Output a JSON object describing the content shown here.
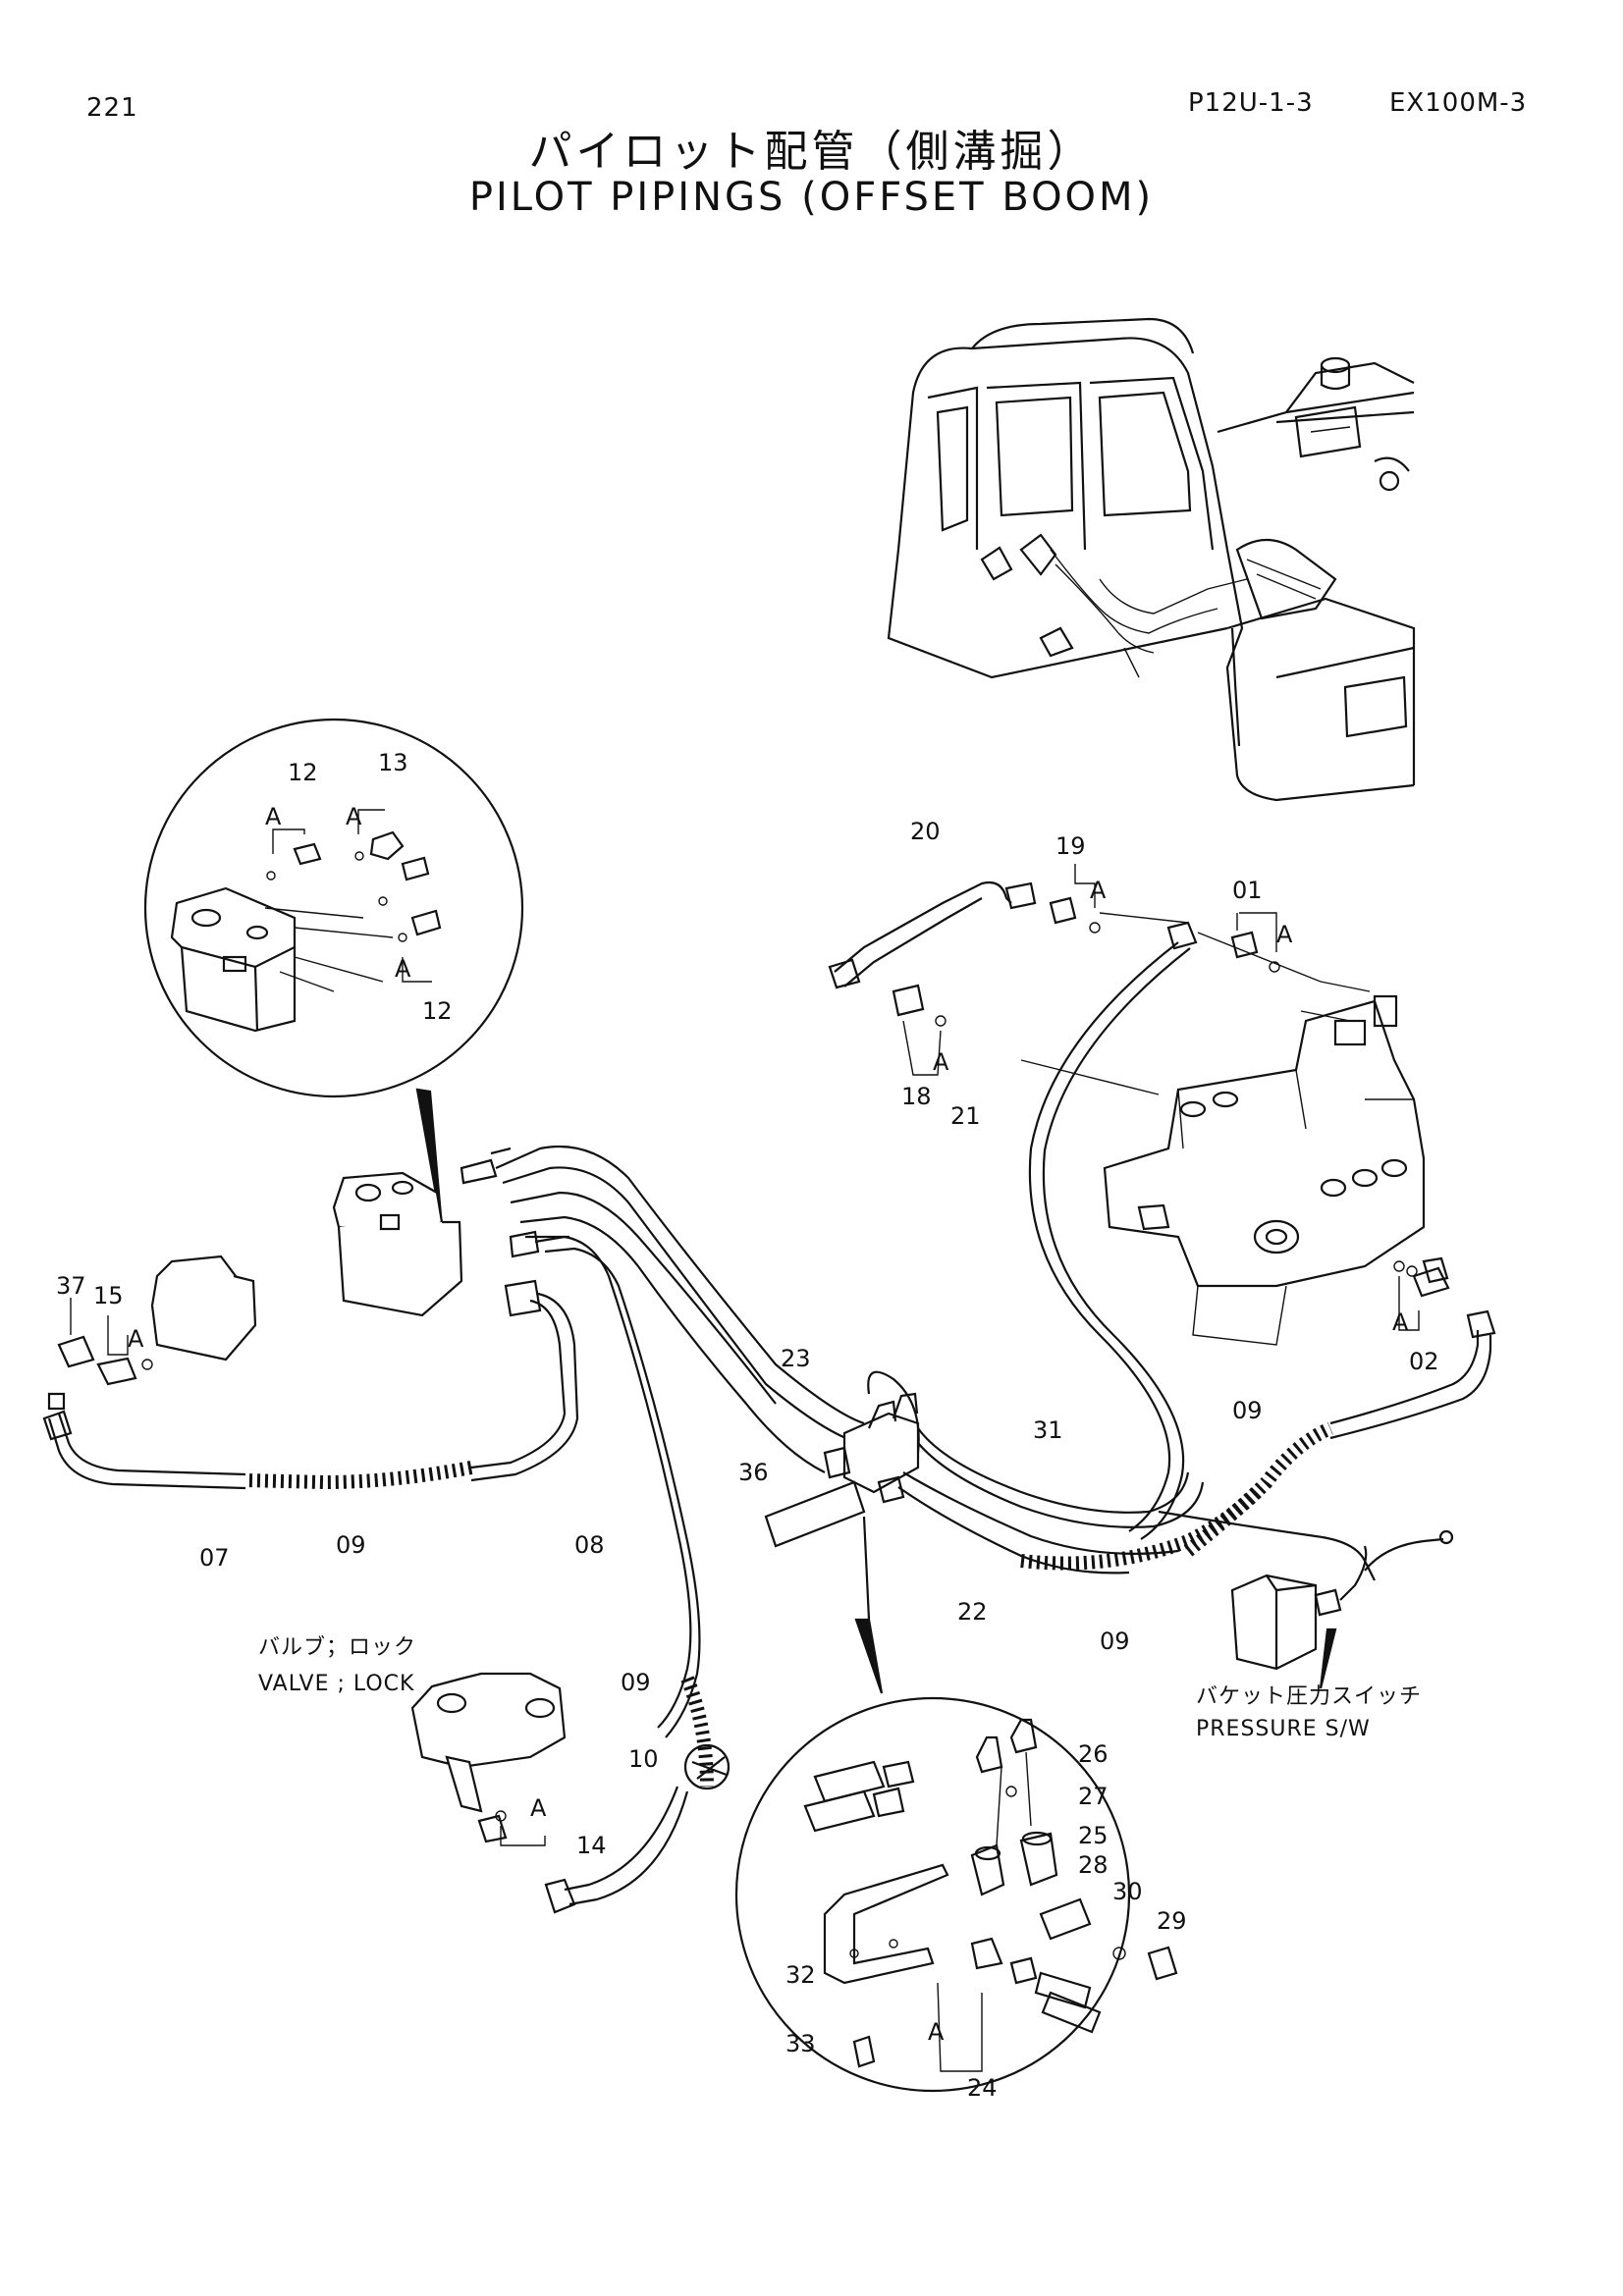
{
  "header": {
    "page_number": "221",
    "figure_code": "P12U-1-3",
    "model_code": "EX100M-3",
    "title_ja": "パイロット配管（側溝掘）",
    "title_en": "PILOT PIPINGS (OFFSET BOOM)"
  },
  "callouts": {
    "p01": "01",
    "p02": "02",
    "p07": "07",
    "p08": "08",
    "p09": "09",
    "p10": "10",
    "p12": "12",
    "p13": "13",
    "p14": "14",
    "p15": "15",
    "p18": "18",
    "p19": "19",
    "p20": "20",
    "p21": "21",
    "p22": "22",
    "p23": "23",
    "p24": "24",
    "p25": "25",
    "p26": "26",
    "p27": "27",
    "p28": "28",
    "p29": "29",
    "p30": "30",
    "p31": "31",
    "p32": "32",
    "p33": "33",
    "p36": "36",
    "p37": "37",
    "ref_a": "A"
  },
  "captions": {
    "valve_lock_ja": "バルブ；ロック",
    "valve_lock_en": "VALVE ; LOCK",
    "pressure_sw_ja": "バケット圧力スイッチ",
    "pressure_sw_en": "PRESSURE S/W"
  }
}
